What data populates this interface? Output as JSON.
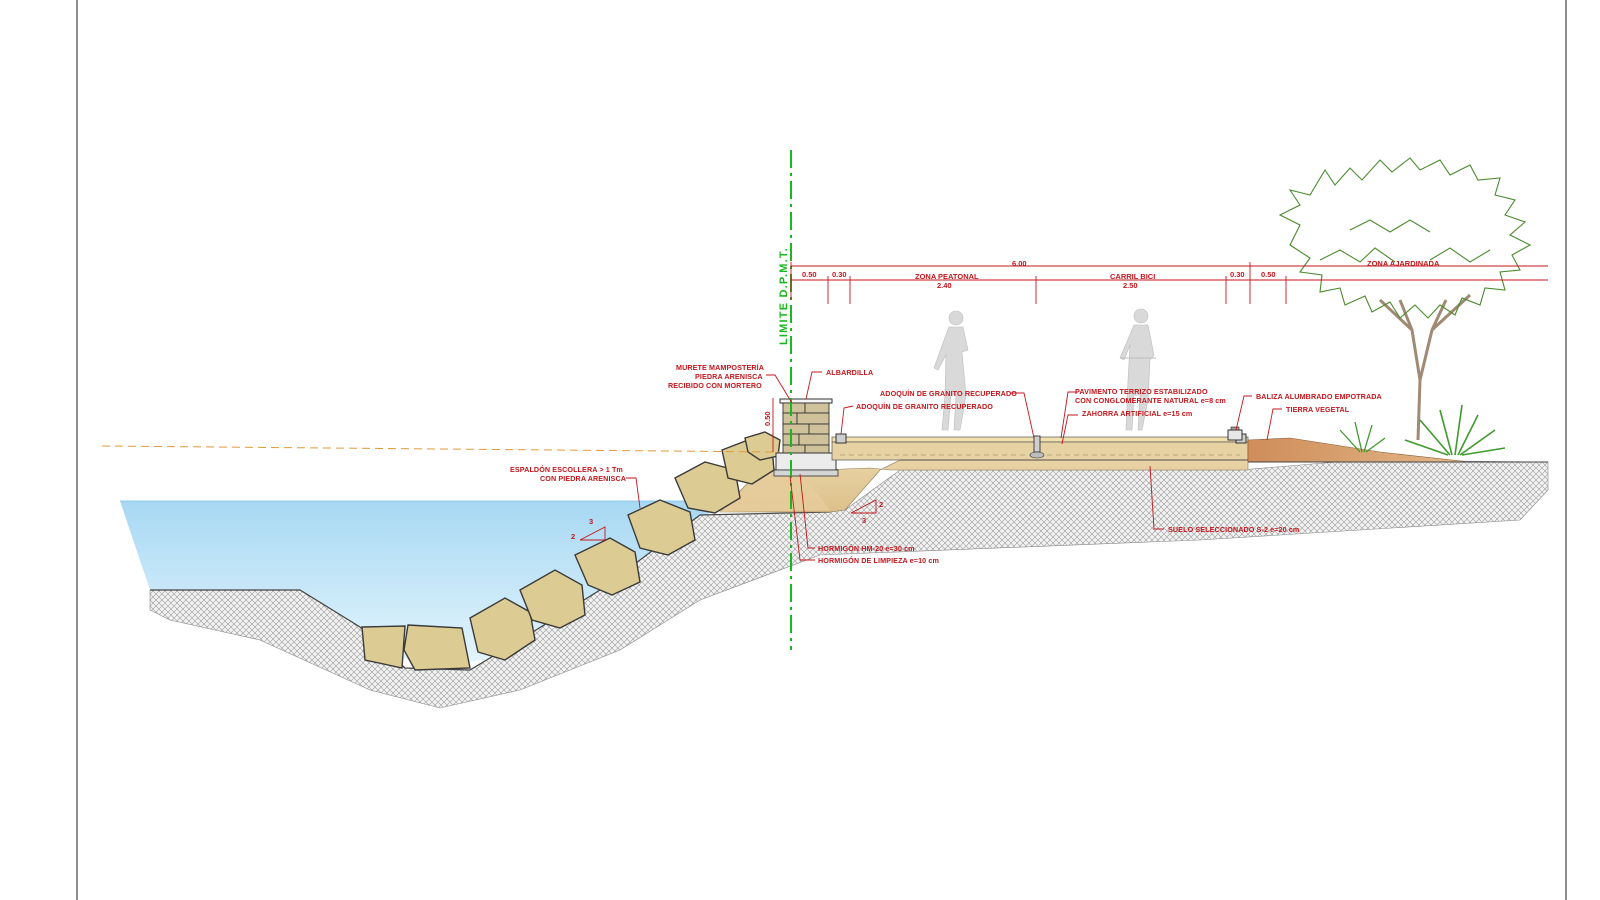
{
  "labels": {
    "limite": "LIMITE D.P.M.T.",
    "murete_1": "MURETE MAMPOSTERÍA",
    "murete_2": "PIEDRA ARENISCA",
    "murete_3": "RECIBIDO CON MORTERO",
    "albardilla": "ALBARDILLA",
    "adoquin_1": "ADOQUÍN DE GRANITO RECUPERADO",
    "adoquin_2": "ADOQUÍN DE GRANITO RECUPERADO",
    "pavimento_1": "PAVIMENTO TERRIZO ESTABILIZADO",
    "pavimento_2": "CON CONGLOMERANTE NATURAL e=8 cm",
    "zahorra": "ZAHORRA ARTIFICIAL e=15 cm",
    "baliza": "BALIZA ALUMBRADO EMPOTRADA",
    "tierra": "TIERRA VEGETAL",
    "espaldon_1": "ESPALDÓN ESCOLLERA > 1 Tm",
    "espaldon_2": "CON PIEDRA ARENISCA",
    "hormigon_hm": "HORMIGÓN HM-20 e=30 cm",
    "hormigon_limpieza": "HORMIGÓN DE LIMPIEZA e=10 cm",
    "suelo": "SUELO SELECCIONADO S-2 e=20 cm"
  },
  "dimensions": {
    "total": "6.00",
    "d1": "0.50",
    "d2": "0.30",
    "zona_peatonal_label": "ZONA PEATONAL",
    "zona_peatonal_value": "2.40",
    "carril_bici_label": "CARRIL BICI",
    "carril_bici_value": "2.50",
    "d3": "0.30",
    "d4": "0.50",
    "zona_ajardinada": "ZONA AJARDINADA",
    "wall_height": "0.50"
  },
  "slopes": {
    "left": {
      "run": "3",
      "rise": "2"
    },
    "right": {
      "run": "3",
      "rise": "2"
    }
  },
  "colors": {
    "annotation": "#c4161c",
    "limit_line": "#19b81e",
    "water_top": "#d2eefb",
    "water_bottom": "#a7d8f3",
    "fill_sand": "#e7cfa0",
    "terrain_hatch": "#9a9a9a",
    "tree": "#4b8a2e"
  }
}
